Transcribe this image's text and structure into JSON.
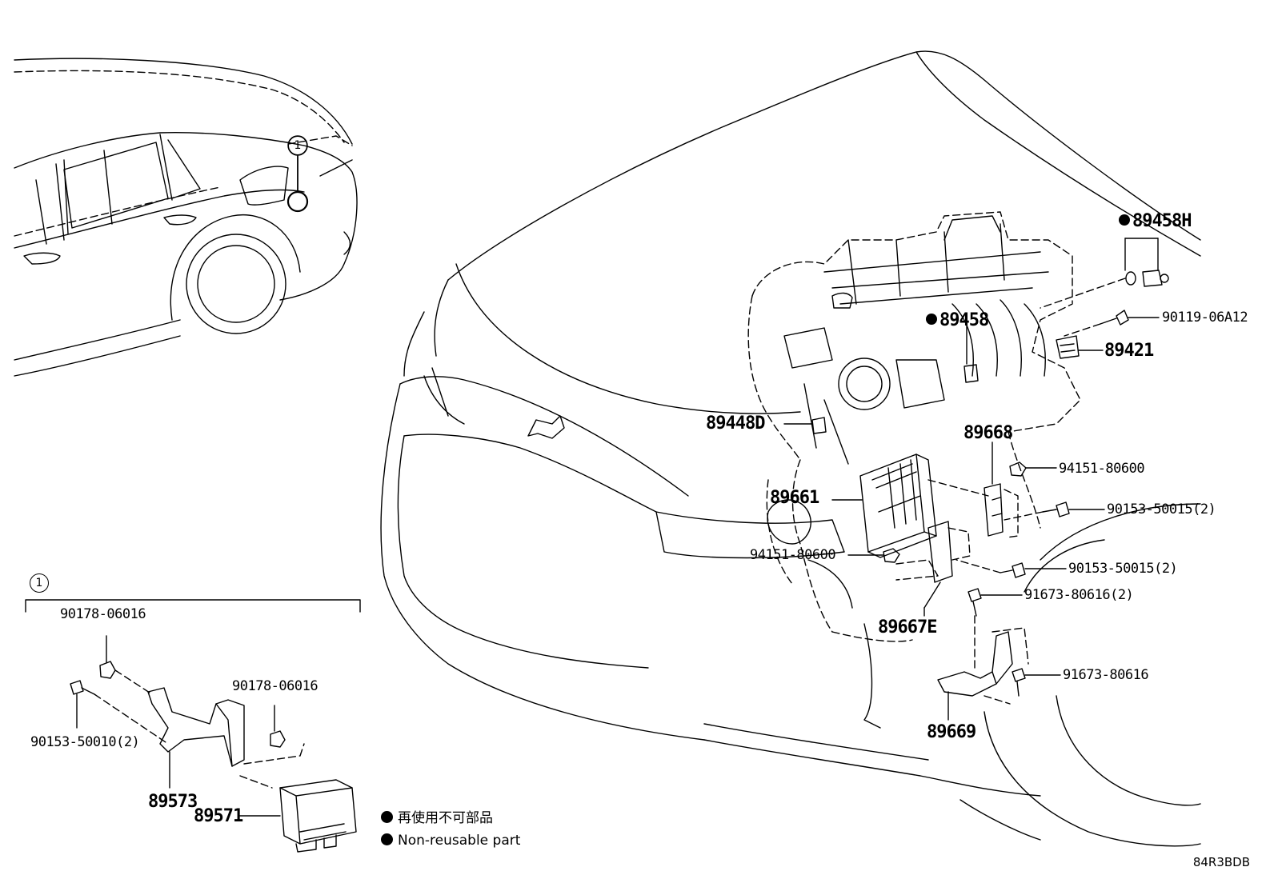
{
  "callout_ref": "1",
  "parts": {
    "p89458H": "89458H",
    "p90119": "90119-06A12",
    "p89458": "89458",
    "p89421": "89421",
    "p89448D": "89448D",
    "p89668": "89668",
    "p94151_a": "94151-80600",
    "p89661": "89661",
    "p90153_a": "90153-50015(2)",
    "p94151_b": "94151-80600",
    "p90153_b": "90153-50015(2)",
    "p91673_a": "91673-80616(2)",
    "p89667E": "89667E",
    "p91673_b": "91673-80616",
    "p89669": "89669",
    "p90178_a": "90178-06016",
    "p90178_b": "90178-06016",
    "p90153_c": "90153-50010(2)",
    "p89573": "89573",
    "p89571": "89571"
  },
  "legend": {
    "line1": "再使用不可部品",
    "line2": "Non-reusable part"
  },
  "diagram_ref": "84R3BDB"
}
